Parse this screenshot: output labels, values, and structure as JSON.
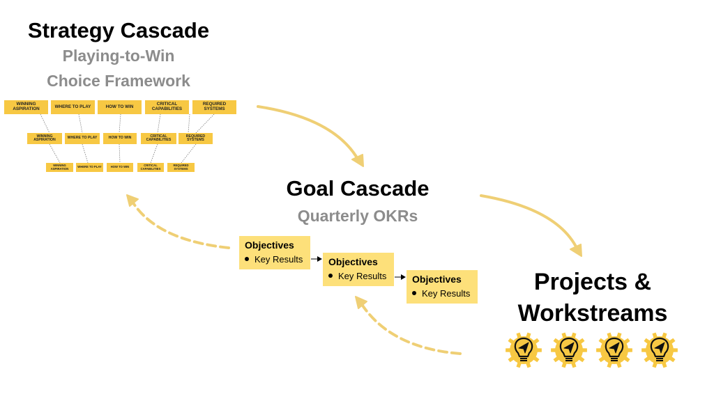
{
  "strategy": {
    "title": "Strategy Cascade",
    "subtitle_line1": "Playing-to-Win",
    "subtitle_line2": "Choice Framework",
    "rows": [
      [
        "WINNING ASPIRATION",
        "WHERE TO PLAY",
        "HOW TO WIN",
        "CRITICAL CAPABILITIES",
        "REQUIRED SYSTEMS"
      ],
      [
        "WINNING ASPIRATION",
        "WHERE TO PLAY",
        "HOW TO WIN",
        "CRITICAL CAPABILITIES",
        "REQUIRED SYSTEMS"
      ],
      [
        "WINNING ASPIRATION",
        "WHERE TO PLAY",
        "HOW TO WIN",
        "CRITICAL CAPABILITIES",
        "REQUIRED SYSTEMS"
      ]
    ]
  },
  "goal": {
    "title": "Goal Cascade",
    "subtitle": "Quarterly OKRs",
    "okr_boxes": [
      {
        "objective": "Objectives",
        "key_result": "Key Results"
      },
      {
        "objective": "Objectives",
        "key_result": "Key Results"
      },
      {
        "objective": "Objectives",
        "key_result": "Key Results"
      }
    ]
  },
  "projects": {
    "title_line1": "Projects &",
    "title_line2": "Workstreams",
    "icon_count": 4,
    "icon": "lightbulb-gear-icon"
  },
  "colors": {
    "accent": "#f7c843",
    "okr_fill": "#fde07a",
    "arrow": "#efcf75",
    "subtitle_gray": "#8c8c8c"
  }
}
